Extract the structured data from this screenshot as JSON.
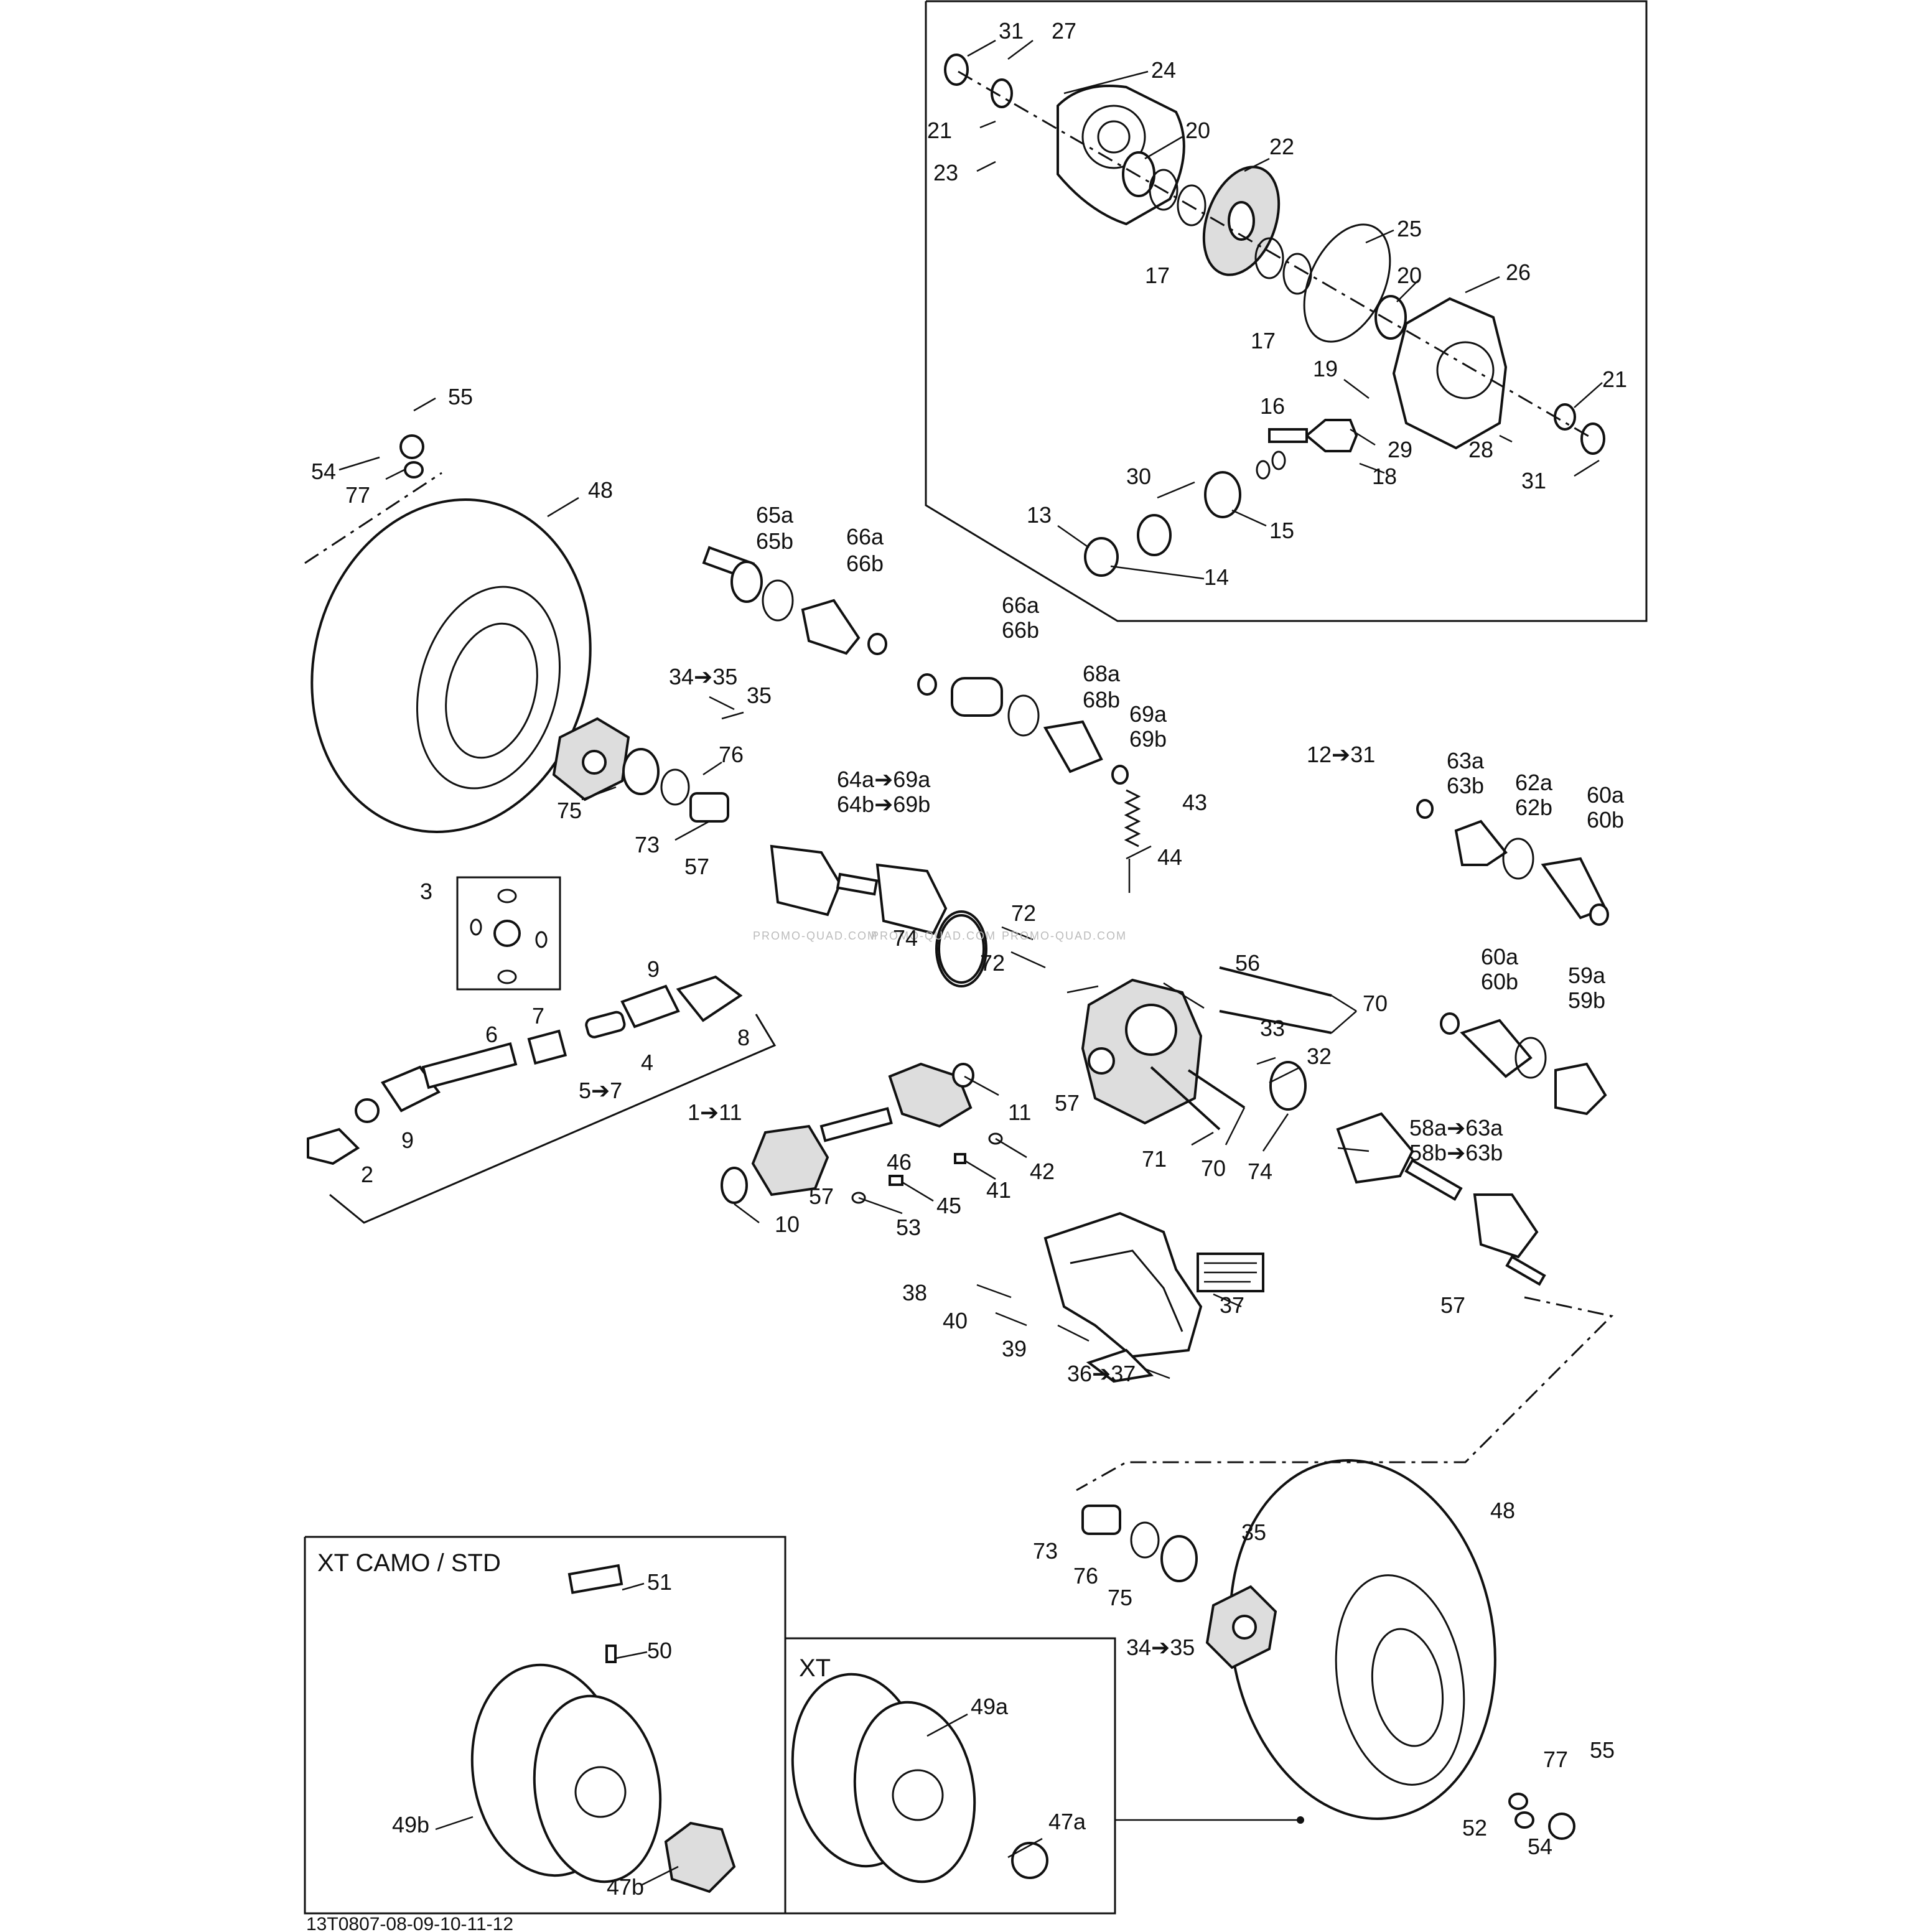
{
  "insets": {
    "camo_std": "XT CAMO / STD",
    "xt": "XT"
  },
  "reference": "13T0807-08-09-10-11-12",
  "watermark": "PROMO-QUAD.COM",
  "callouts": {
    "c31a": "31",
    "c27": "27",
    "c24": "24",
    "c21a": "21",
    "c20a": "20",
    "c23": "23",
    "c22": "22",
    "c17a": "17",
    "c25": "25",
    "c20b": "20",
    "c26": "26",
    "c17b": "17",
    "c19": "19",
    "c21b": "21",
    "c16": "16",
    "c29": "29",
    "c28": "28",
    "c18": "18",
    "c30": "30",
    "c31b": "31",
    "c13": "13",
    "c15": "15",
    "c14": "14",
    "c55a": "55",
    "c54a": "54",
    "c77a": "77",
    "c48a": "48",
    "c65": "65a\n65b",
    "c66a": "66a\n66b",
    "c66b": "66a\n66b",
    "c68": "68a\n68b",
    "c69": "69a\n69b",
    "c34a": "34➔35",
    "c35a": "35",
    "c76a": "76",
    "c75a": "75",
    "c73a": "73",
    "c57a": "57",
    "c64": "64a➔69a\n64b➔69b",
    "c12": "12➔31",
    "c63": "63a\n63b",
    "c62": "62a\n62b",
    "c60a": "60a\n60b",
    "c43": "43",
    "c44": "44",
    "c3": "3",
    "c72a": "72",
    "c74a": "74",
    "c72b": "72",
    "c56": "56",
    "c70a": "70",
    "c60b": "60a\n60b",
    "c59": "59a\n59b",
    "c9a": "9",
    "c7": "7",
    "c6": "6",
    "c4": "4",
    "c8": "8",
    "c5": "5➔7",
    "c9b": "9",
    "c2": "2",
    "c1": "1➔11",
    "c11": "11",
    "c33": "33",
    "c32": "32",
    "c57b": "57",
    "c58": "58a➔63a\n58b➔63b",
    "c71": "71",
    "c70b": "70",
    "c74b": "74",
    "c46": "46",
    "c42": "42",
    "c41": "41",
    "c57c": "57",
    "c45": "45",
    "c10": "10",
    "c53": "53",
    "c38": "38",
    "c37": "37",
    "c40": "40",
    "c39": "39",
    "c36": "36➔37",
    "c57d": "57",
    "c48b": "48",
    "c73b": "73",
    "c35b": "35",
    "c76b": "76",
    "c75b": "75",
    "c34b": "34➔35",
    "c51": "51",
    "c50": "50",
    "c49a": "49a",
    "c49b": "49b",
    "c47a": "47a",
    "c47b": "47b",
    "c77b": "77",
    "c55b": "55",
    "c52": "52",
    "c54b": "54"
  }
}
